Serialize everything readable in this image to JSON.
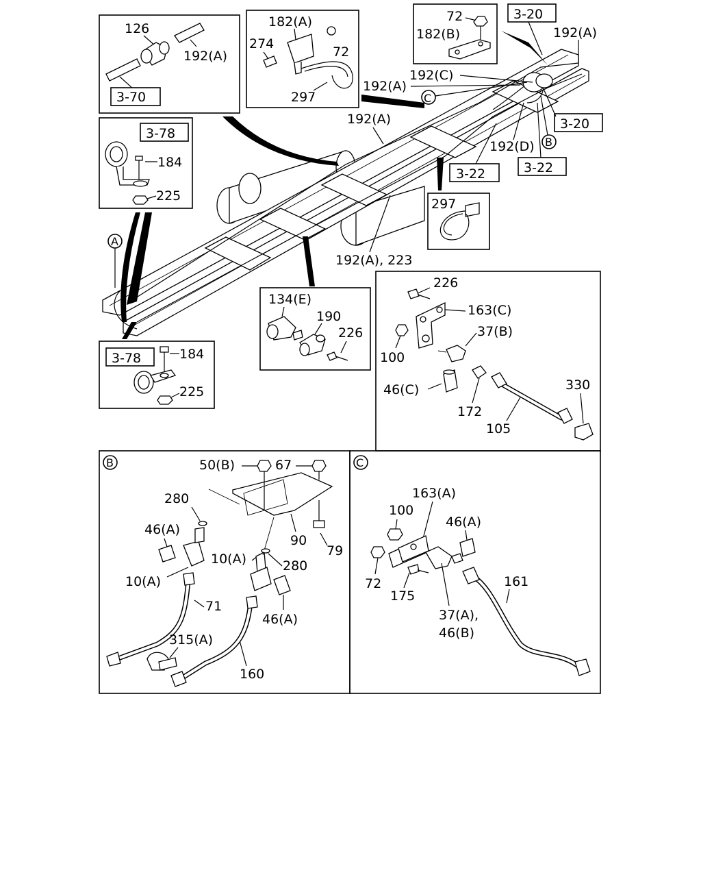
{
  "callouts": {
    "c126": "126",
    "c192a_tl": "192(A)",
    "ref_370": "3-70",
    "c182a": "182(A)",
    "c274": "274",
    "c72_top": "72",
    "c297_top": "297",
    "c72_tr": "72",
    "c182b": "182(B)",
    "ref_320_top": "3-20",
    "c192a_tr": "192(A)",
    "c192c": "192(C)",
    "c192a_mid": "192(A)",
    "circle_c_main": "C",
    "ref_320_right": "3-20",
    "ref_378_top": "3-78",
    "c184_top": "184",
    "c225_top": "225",
    "c192a_frame": "192(A)",
    "c192d": "192(D)",
    "circle_b_main": "B",
    "ref_322_a": "3-22",
    "ref_322_b": "3-22",
    "c297_right": "297",
    "c192a_223": "192(A), 223",
    "circle_a_main": "A",
    "c226_r": "226",
    "c163c": "163(C)",
    "c37b": "37(B)",
    "c100_r": "100",
    "c46c": "46(C)",
    "c172": "172",
    "c105": "105",
    "c330": "330",
    "c134e": "134(E)",
    "c190": "190",
    "c226_m": "226",
    "ref_378_bot": "3-78",
    "c184_bot": "184",
    "c225_bot": "225",
    "circle_b_detail": "B",
    "c50b": "50(B)",
    "c67": "67",
    "c280_a": "280",
    "c46a_b": "46(A)",
    "c90": "90",
    "c79": "79",
    "c10a_right": "10(A)",
    "c280_b": "280",
    "c10a_left": "10(A)",
    "c71": "71",
    "c46a_b2": "46(A)",
    "c315a": "315(A)",
    "c160": "160",
    "circle_c_detail": "C",
    "c163a": "163(A)",
    "c100_c": "100",
    "c46a_c": "46(A)",
    "c161": "161",
    "c72_c": "72",
    "c175": "175",
    "c37a": "37(A),",
    "c46b": "46(B)"
  }
}
